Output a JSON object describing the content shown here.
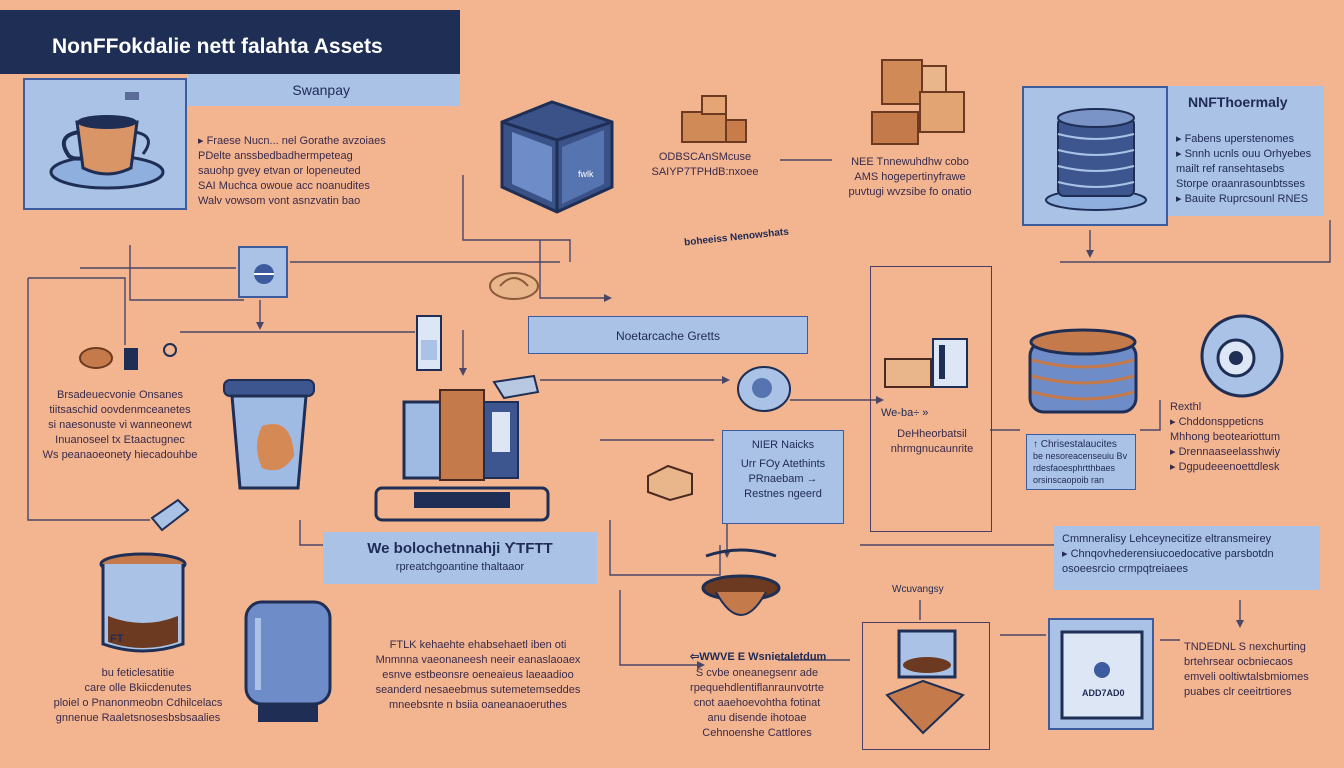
{
  "title": "NonFFokdalie nett falahta Assets",
  "summary": "Swanpay",
  "top_left_text": "▸ Fraese Nucn... nel Gorathe avzoiaes\nPDelte anssbedbadhermpeteag\nsauohp gvey etvan or lopeneuted\nSAI Muchca owoue acc noanudites\nWalv vowsom vont asnzvatin bao",
  "cube_tag": "fwlk",
  "top_mid_text": "ODBSCAnSMcuse\nSAIYP7TPHdB:nxoee",
  "top_boxes_text": "NEE Tnnewuhdhw cobo\nAMS hogepertinyfrawe\npuvtugi wvzsibe fo onatio",
  "small_arrow_label": "boheeiss Nenowshats",
  "right_top_title": "NNFThoermaly",
  "right_top_text": "▸ Fabens uperstenomes\n▸ Snnh ucnls ouu Orhyebes\nmailt ref ransehtasebs\nStorpe oraanrasounbtsses\n▸ Bauite Ruprcsounl RNES",
  "mid_banner": "Noetarcache Gretts",
  "left_mid_text": "Brsadeuecvonie Onsanes\ntiitsaschid oovdenmceanetes\nsi naesonuste vi wanneonewt\nInuanoseel tx Etaactugnec\nWs peanaoeonety hiecadouhbe",
  "mid_small_title": "NIER Naicks",
  "mid_small_text": "Urr FOy Atethints\nPRnaebam →\nRestnes ngeerd",
  "factory_labels_1": "We-ba÷  »",
  "factory_labels_2": "DeHheorbatsil\nnhrmgnucaunrite",
  "right_mid_title": "↑ Chrisestalaucites",
  "right_mid_text": "be nesoreacenseuiu Bv\nrdesfaoesphrtthbaes\norsinscaopoib ran",
  "right_mid_right": "Rexthl\n▸ Chddonsppeticns\nMhhong beoteariottum\n▸ Drennaaseelasshwiy\n▸ Dgpudeeenoettdlesk",
  "we_banner_line1": "We bolochetnnahji ϒTFTT",
  "we_banner_line2": "rpreatchgoantine thaltaaor",
  "bottom_right_banner": "Cmmneralisy Lehceynecitize eltransmeirey\n▸ Chnqovhederensiucoedocative parsbotdn\nosoeesrcio crmpqtreiaees",
  "cup_label": "FT",
  "bottom_left_text": "bu feticlesatitie\ncare olle Bkiicdenutes\nploiel o Pnanonmeobn Cdhilcelacs\ngnnenue Raaletsnosesbsbsaalies",
  "bottom_mid_text": "FTLK kehaehte ehabsehaetl iben oti\nMnmnna vaeonaneesh neeir eanaslaoaex\nesnve estbeonsre oeneaieus laeaadioo\nseanderd nesaeebmus sutemetemseddes\nmneebsnte n bsiia oaneanaoeruthes",
  "wave_title": "⇦WWVE E Wsnietaletdum",
  "wave_text": "S cvbe oneanegsenr ade\nrpequehdlentiflanraunvotrte\ncnot aaehoevohtha fotinat\nanu disende ihotoae\nCehnoenshe Cattlores",
  "badge_label": "Wcuvangsy",
  "device_code": "ADD7AD0",
  "bottom_right_text": "TNDEDNL S nexchurting\nbrtehrsear ocbniecaos\nemveli ooltiwtalsbmiomes\npuabes clr ceeitrtiores",
  "colors": {
    "background": "#F2B590",
    "navy": "#1E2E55",
    "panel_blue": "#A9C2E6",
    "border_blue": "#3D5CA0",
    "brown": "#B8744A"
  }
}
